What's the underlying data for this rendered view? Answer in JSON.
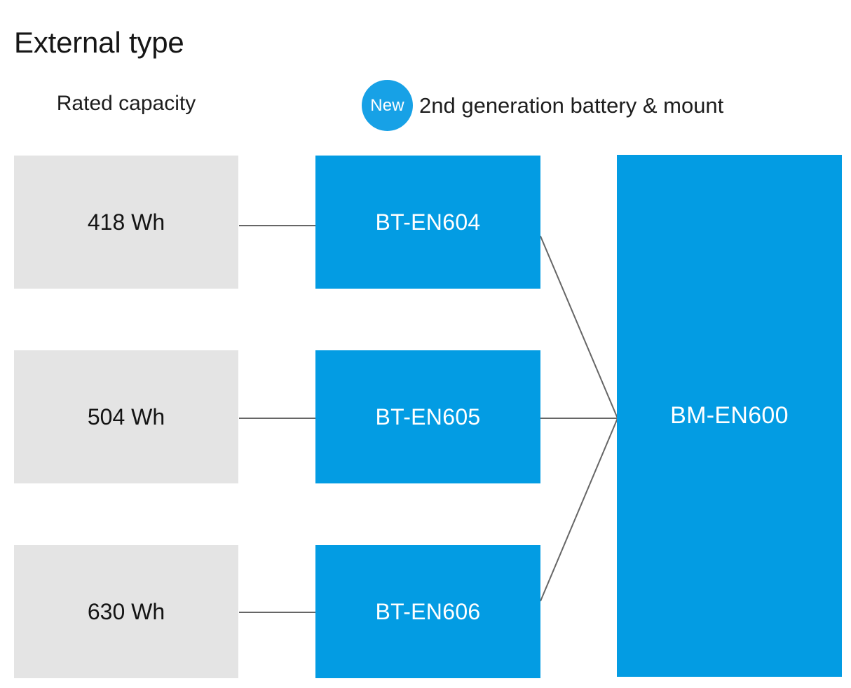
{
  "page": {
    "title": "External type",
    "background_color": "#ffffff"
  },
  "headings": {
    "capacity_column": "Rated capacity",
    "generation_label": "2nd generation battery & mount",
    "new_badge": "New"
  },
  "colors": {
    "accent_blue": "#039ce3",
    "badge_blue": "#17a1e6",
    "capacity_gray": "#e4e4e4",
    "connector_gray": "#666666",
    "text_dark": "#1a1a1a",
    "text_light": "#ffffff"
  },
  "diagram": {
    "type": "mapping-diagram",
    "columns": [
      {
        "key": "capacity",
        "label": "Rated capacity"
      },
      {
        "key": "battery",
        "label": "2nd generation battery & mount"
      },
      {
        "key": "mount",
        "label": ""
      }
    ],
    "capacities": [
      {
        "value": "418 Wh"
      },
      {
        "value": "504 Wh"
      },
      {
        "value": "630 Wh"
      }
    ],
    "batteries": [
      {
        "model": "BT-EN604"
      },
      {
        "model": "BT-EN605"
      },
      {
        "model": "BT-EN606"
      }
    ],
    "mounts": [
      {
        "model": "BM-EN600"
      }
    ],
    "links": [
      {
        "from": "418 Wh",
        "to": "BT-EN604"
      },
      {
        "from": "504 Wh",
        "to": "BT-EN605"
      },
      {
        "from": "630 Wh",
        "to": "BT-EN606"
      },
      {
        "from": "BT-EN604",
        "to": "BM-EN600"
      },
      {
        "from": "BT-EN605",
        "to": "BM-EN600"
      },
      {
        "from": "BT-EN606",
        "to": "BM-EN600"
      }
    ]
  }
}
